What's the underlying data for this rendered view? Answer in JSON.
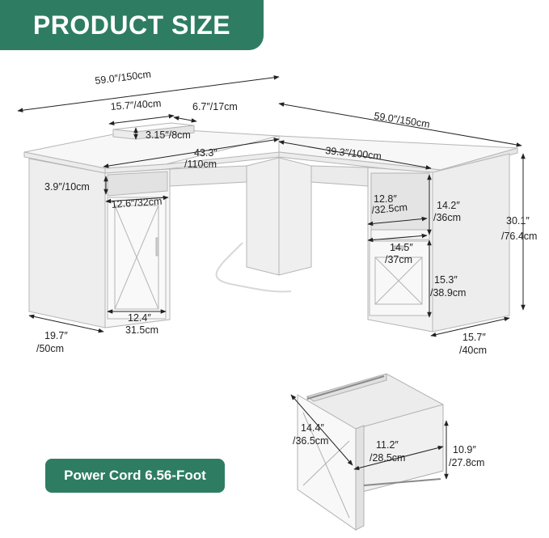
{
  "title": "PRODUCT SIZE",
  "badge": "Power Cord 6.56-Foot",
  "colors": {
    "accent": "#2e7d63",
    "desk": "#f4f4f4",
    "outline": "#b5b5b5"
  },
  "dimensions": {
    "left_length": "59.0″/150cm",
    "right_length": "59.0″/150cm",
    "riser_width": "15.7″/40cm",
    "riser_depth": "6.7″/17cm",
    "riser_height": "3.15″/8cm",
    "inner_left_1": "43.3″",
    "inner_left_2": "/110cm",
    "inner_right": "39.3″/100cm",
    "shelf_height": "3.9″/10cm",
    "shelf_width": "12.6″/32cm",
    "cubby_width_1": "12.8″",
    "cubby_width_2": "/32.5cm",
    "cubby_height_1": "14.2″",
    "cubby_height_2": "/36cm",
    "total_height_1": "30.1″",
    "total_height_2": "/76.4cm",
    "drawer_width_1": "14.5″",
    "drawer_width_2": "/37cm",
    "drawer_height_1": "15.3″",
    "drawer_height_2": "/38.9cm",
    "cabinet_width_1": "12.4″",
    "cabinet_width_2": "31.5cm",
    "depth_1": "19.7″",
    "depth_2": "/50cm",
    "right_depth_1": "15.7″",
    "right_depth_2": "/40cm",
    "drawer_inner_depth_1": "14.4″",
    "drawer_inner_depth_2": "/36.5cm",
    "drawer_inner_width_1": "11.2″",
    "drawer_inner_width_2": "/28.5cm",
    "drawer_inner_height_1": "10.9″",
    "drawer_inner_height_2": "/27.8cm"
  }
}
